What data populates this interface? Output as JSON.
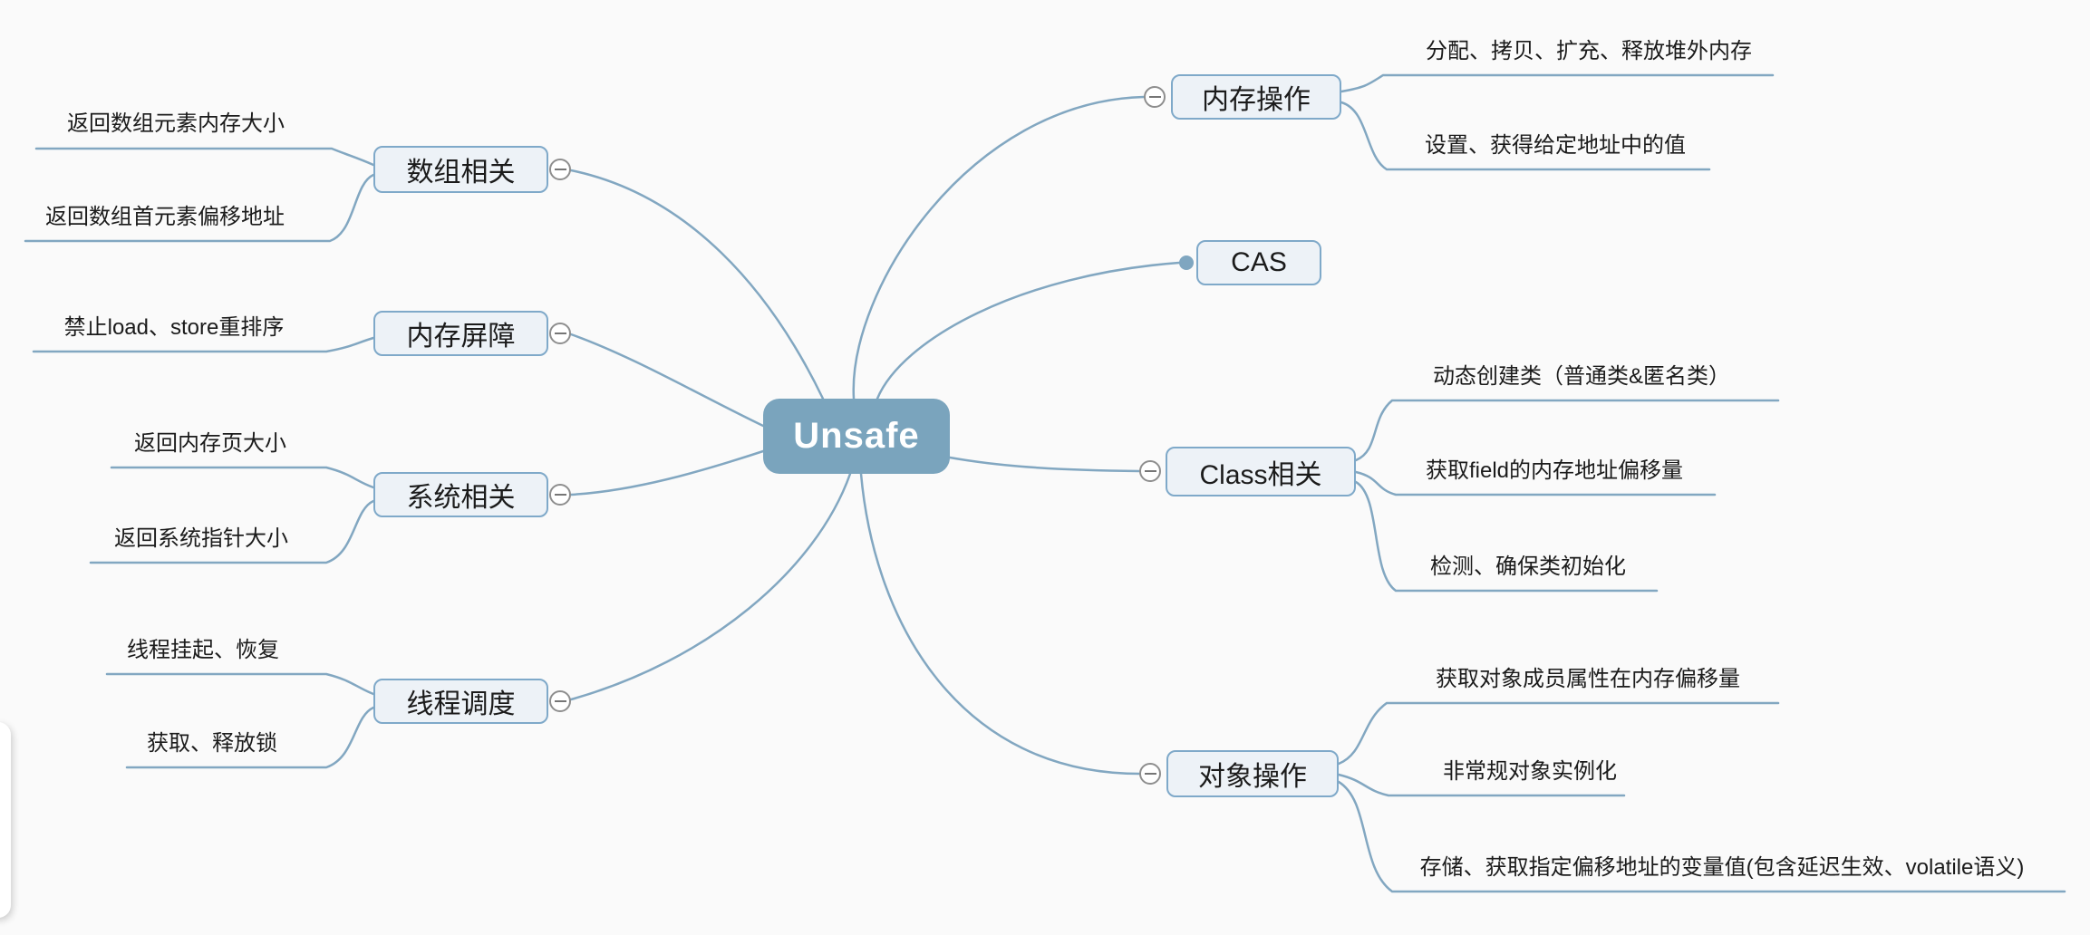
{
  "colors": {
    "bg": "#fafafa",
    "line": "#82a7c1",
    "node-fill": "#edf2f7",
    "node-border": "#7fa9c9",
    "root-fill": "#7aa4bd",
    "root-text": "#ffffff",
    "text": "#1b1b1b",
    "toggle-border": "#8e8e8e",
    "toggle-minus": "#767676",
    "endpoint-dot": "#7fa6c0"
  },
  "root": {
    "label": "Unsafe"
  },
  "branches": [
    {
      "label": "内存操作",
      "side": "right",
      "children": [
        "分配、拷贝、扩充、释放堆外内存",
        "设置、获得给定地址中的值"
      ]
    },
    {
      "label": "CAS",
      "side": "right",
      "children": []
    },
    {
      "label": "Class相关",
      "side": "right",
      "children": [
        "动态创建类（普通类&匿名类）",
        "获取field的内存地址偏移量",
        "检测、确保类初始化"
      ]
    },
    {
      "label": "对象操作",
      "side": "right",
      "children": [
        "获取对象成员属性在内存偏移量",
        "非常规对象实例化",
        "存储、获取指定偏移地址的变量值(包含延迟生效、volatile语义)"
      ]
    },
    {
      "label": "数组相关",
      "side": "left",
      "children": [
        "返回数组元素内存大小",
        "返回数组首元素偏移地址"
      ]
    },
    {
      "label": "内存屏障",
      "side": "left",
      "children": [
        "禁止load、store重排序"
      ]
    },
    {
      "label": "系统相关",
      "side": "left",
      "children": [
        "返回内存页大小",
        "返回系统指针大小"
      ]
    },
    {
      "label": "线程调度",
      "side": "left",
      "children": [
        "线程挂起、恢复",
        "获取、释放锁"
      ]
    }
  ]
}
